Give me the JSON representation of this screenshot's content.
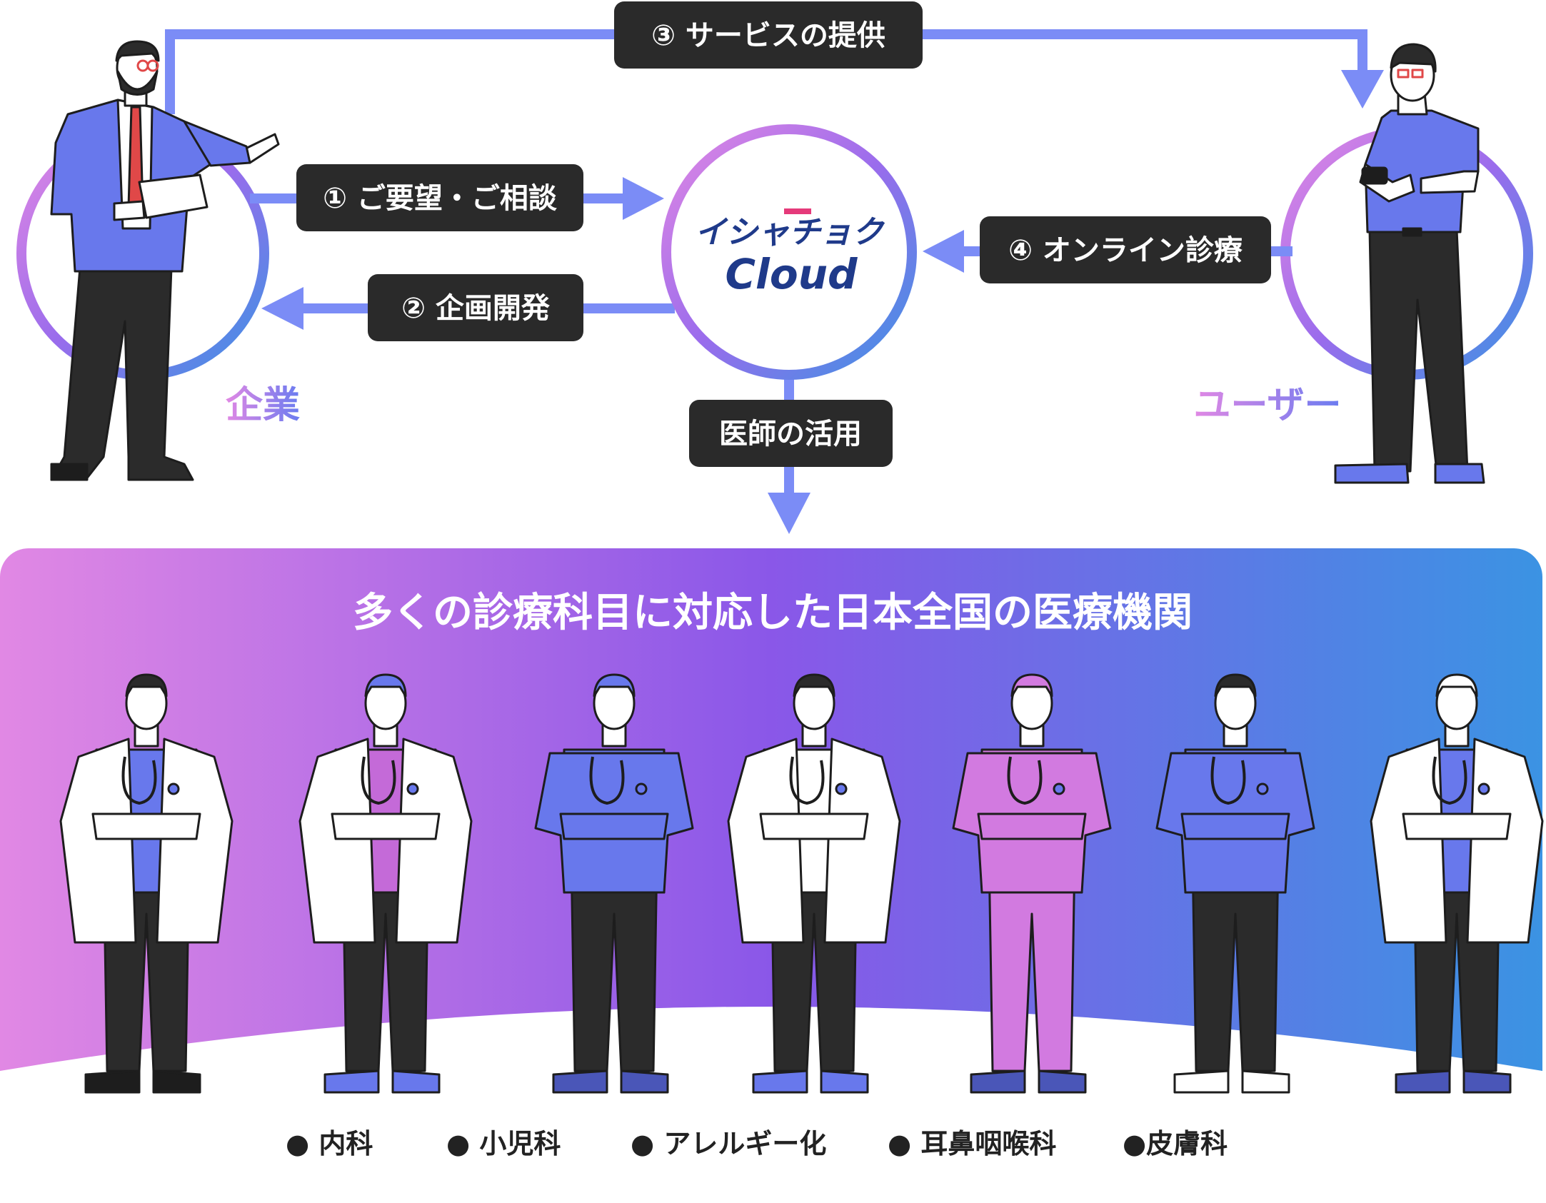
{
  "flow": {
    "step1": "① ご要望・ご相談",
    "step2": "② 企画開発",
    "step3": "③ サービスの提供",
    "step4": "④ オンライン診療",
    "doctors": "医師の活用"
  },
  "roles": {
    "company": "企業",
    "user": "ユーザー"
  },
  "logo": {
    "line1": "イシャチョク",
    "line2": "Cloud"
  },
  "banner": {
    "title": "多くの診療科目に対応した日本全国の医療機関"
  },
  "departments": [
    "● 内科",
    "● 小児科",
    "● アレルギー化",
    "● 耳鼻咽喉科",
    "●皮膚科"
  ],
  "colors": {
    "pill": "#2a2a2a",
    "arrow": "#7b8cf6",
    "grad_start": "#e188e4",
    "grad_mid": "#8a57e8",
    "grad_end": "#3b93e3"
  }
}
